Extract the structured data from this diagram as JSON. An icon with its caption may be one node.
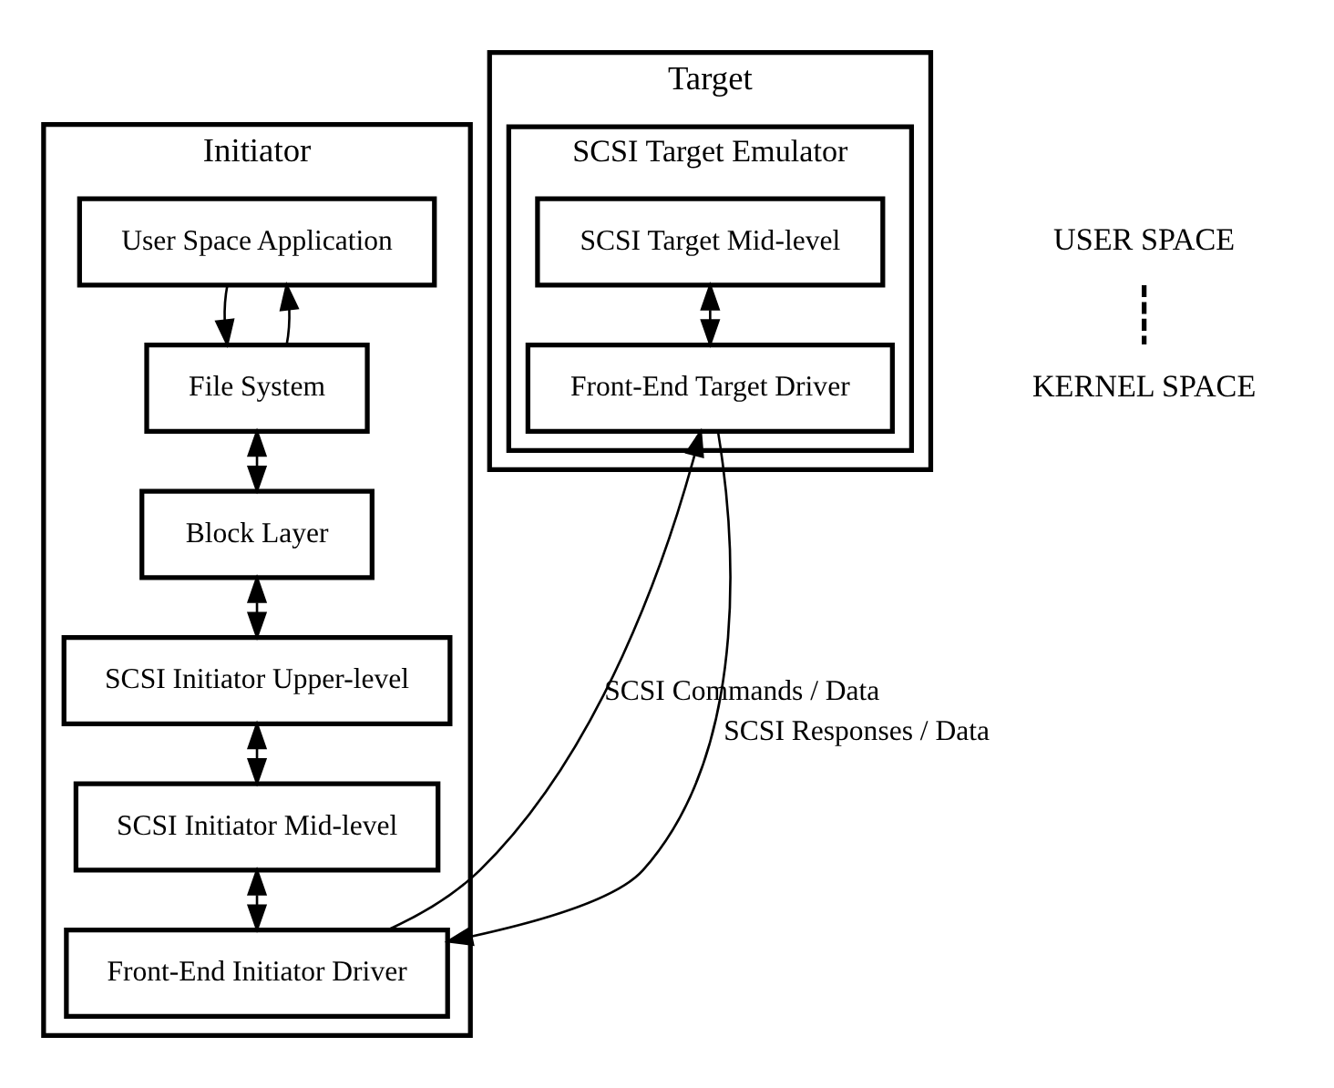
{
  "diagram": {
    "nodes": [
      {
        "text": [
          "Initiator"
        ]
      },
      {
        "text": [
          "User Space Application"
        ],
        "in": 0
      },
      {
        "text": [
          "File System"
        ],
        "in": 0
      },
      {
        "text": [
          "Block Layer"
        ],
        "in": 0
      },
      {
        "text": [
          "SCSI Initiator Upper-level"
        ],
        "in": 0
      },
      {
        "text": [
          "SCSI Initiator Mid-level"
        ],
        "in": 0
      },
      {
        "text": [
          "Front-End Initiator Driver"
        ],
        "in": 0
      },
      {
        "text": [
          "Target"
        ]
      },
      {
        "text": [
          "SCSI Target Emulator"
        ],
        "in": 7
      },
      {
        "text": [
          "SCSI Target Mid-level"
        ],
        "in": 8
      },
      {
        "text": [
          "Front-End Target Driver"
        ],
        "in": 8
      }
    ],
    "edges": [
      {
        "from": 2,
        "to": 1,
        "arrow": "to"
      },
      {
        "from": 1,
        "to": 2,
        "arrow": "to"
      },
      {
        "from": 2,
        "to": 3,
        "arrow": "both"
      },
      {
        "from": 3,
        "to": 4,
        "arrow": "both"
      },
      {
        "from": 4,
        "to": 5,
        "arrow": "both"
      },
      {
        "from": 5,
        "to": 6,
        "arrow": "both"
      },
      {
        "from": 9,
        "to": 10,
        "arrow": "both"
      },
      {
        "from": 10,
        "to": 6,
        "arrow": "to",
        "label": "SCSI Responses / Data"
      },
      {
        "from": 6,
        "to": 10,
        "arrow": "to",
        "label": "SCSI Commands / Data"
      }
    ],
    "labels": [
      "USER SPACE",
      "KERNEL SPACE"
    ]
  }
}
